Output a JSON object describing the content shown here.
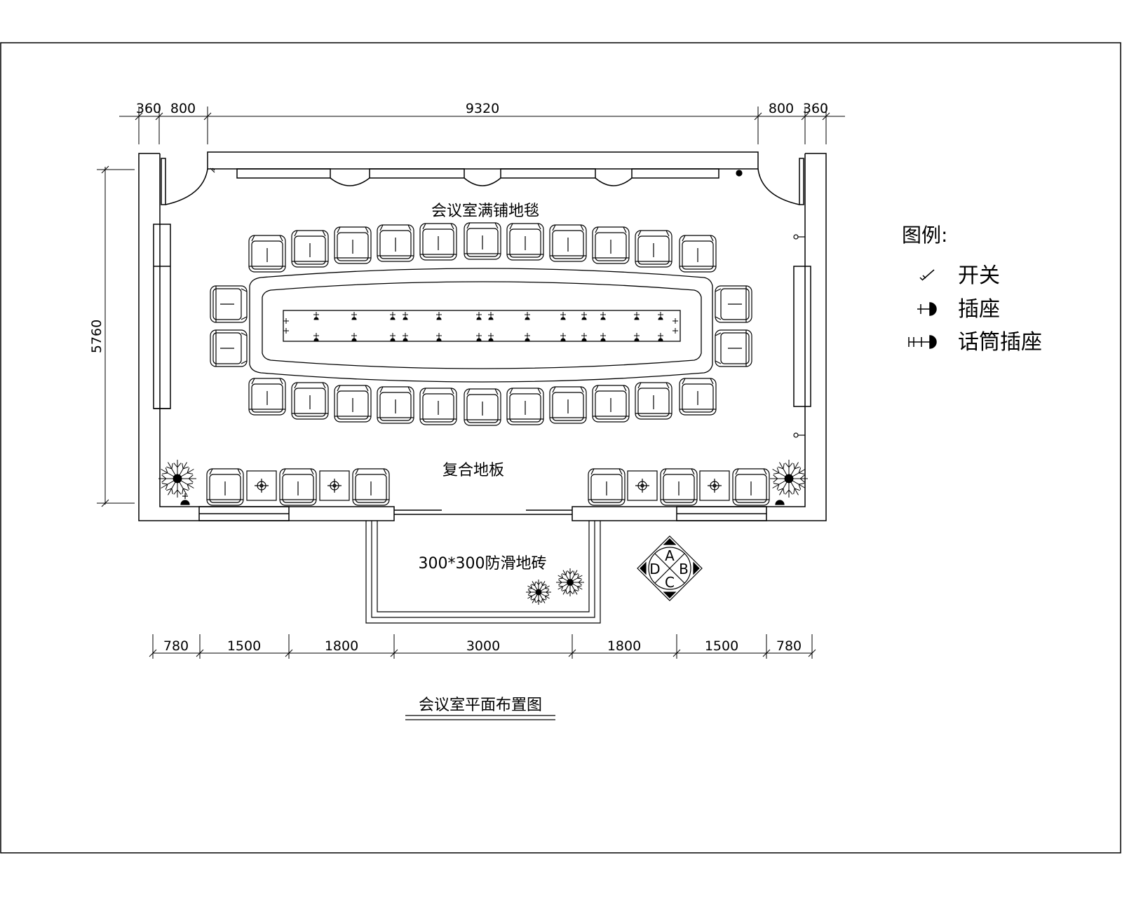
{
  "drawing": {
    "title": "会议室平面布置图",
    "room_labels": {
      "carpet": "会议室满铺地毯",
      "floor": "复合地板",
      "tile": "300*300防滑地砖"
    },
    "top_dims": [
      "360",
      "800",
      "9320",
      "800",
      "360"
    ],
    "left_dim": "5760",
    "bottom_dims": [
      "780",
      "1500",
      "1800",
      "3000",
      "1800",
      "1500",
      "780"
    ],
    "compass": {
      "a": "A",
      "b": "B",
      "c": "C",
      "d": "D"
    }
  },
  "legend": {
    "title": "图例:",
    "items": [
      {
        "icon": "switch-icon",
        "label": "开关"
      },
      {
        "icon": "socket-icon",
        "label": "插座"
      },
      {
        "icon": "mic-socket-icon",
        "label": "话筒插座"
      }
    ]
  }
}
